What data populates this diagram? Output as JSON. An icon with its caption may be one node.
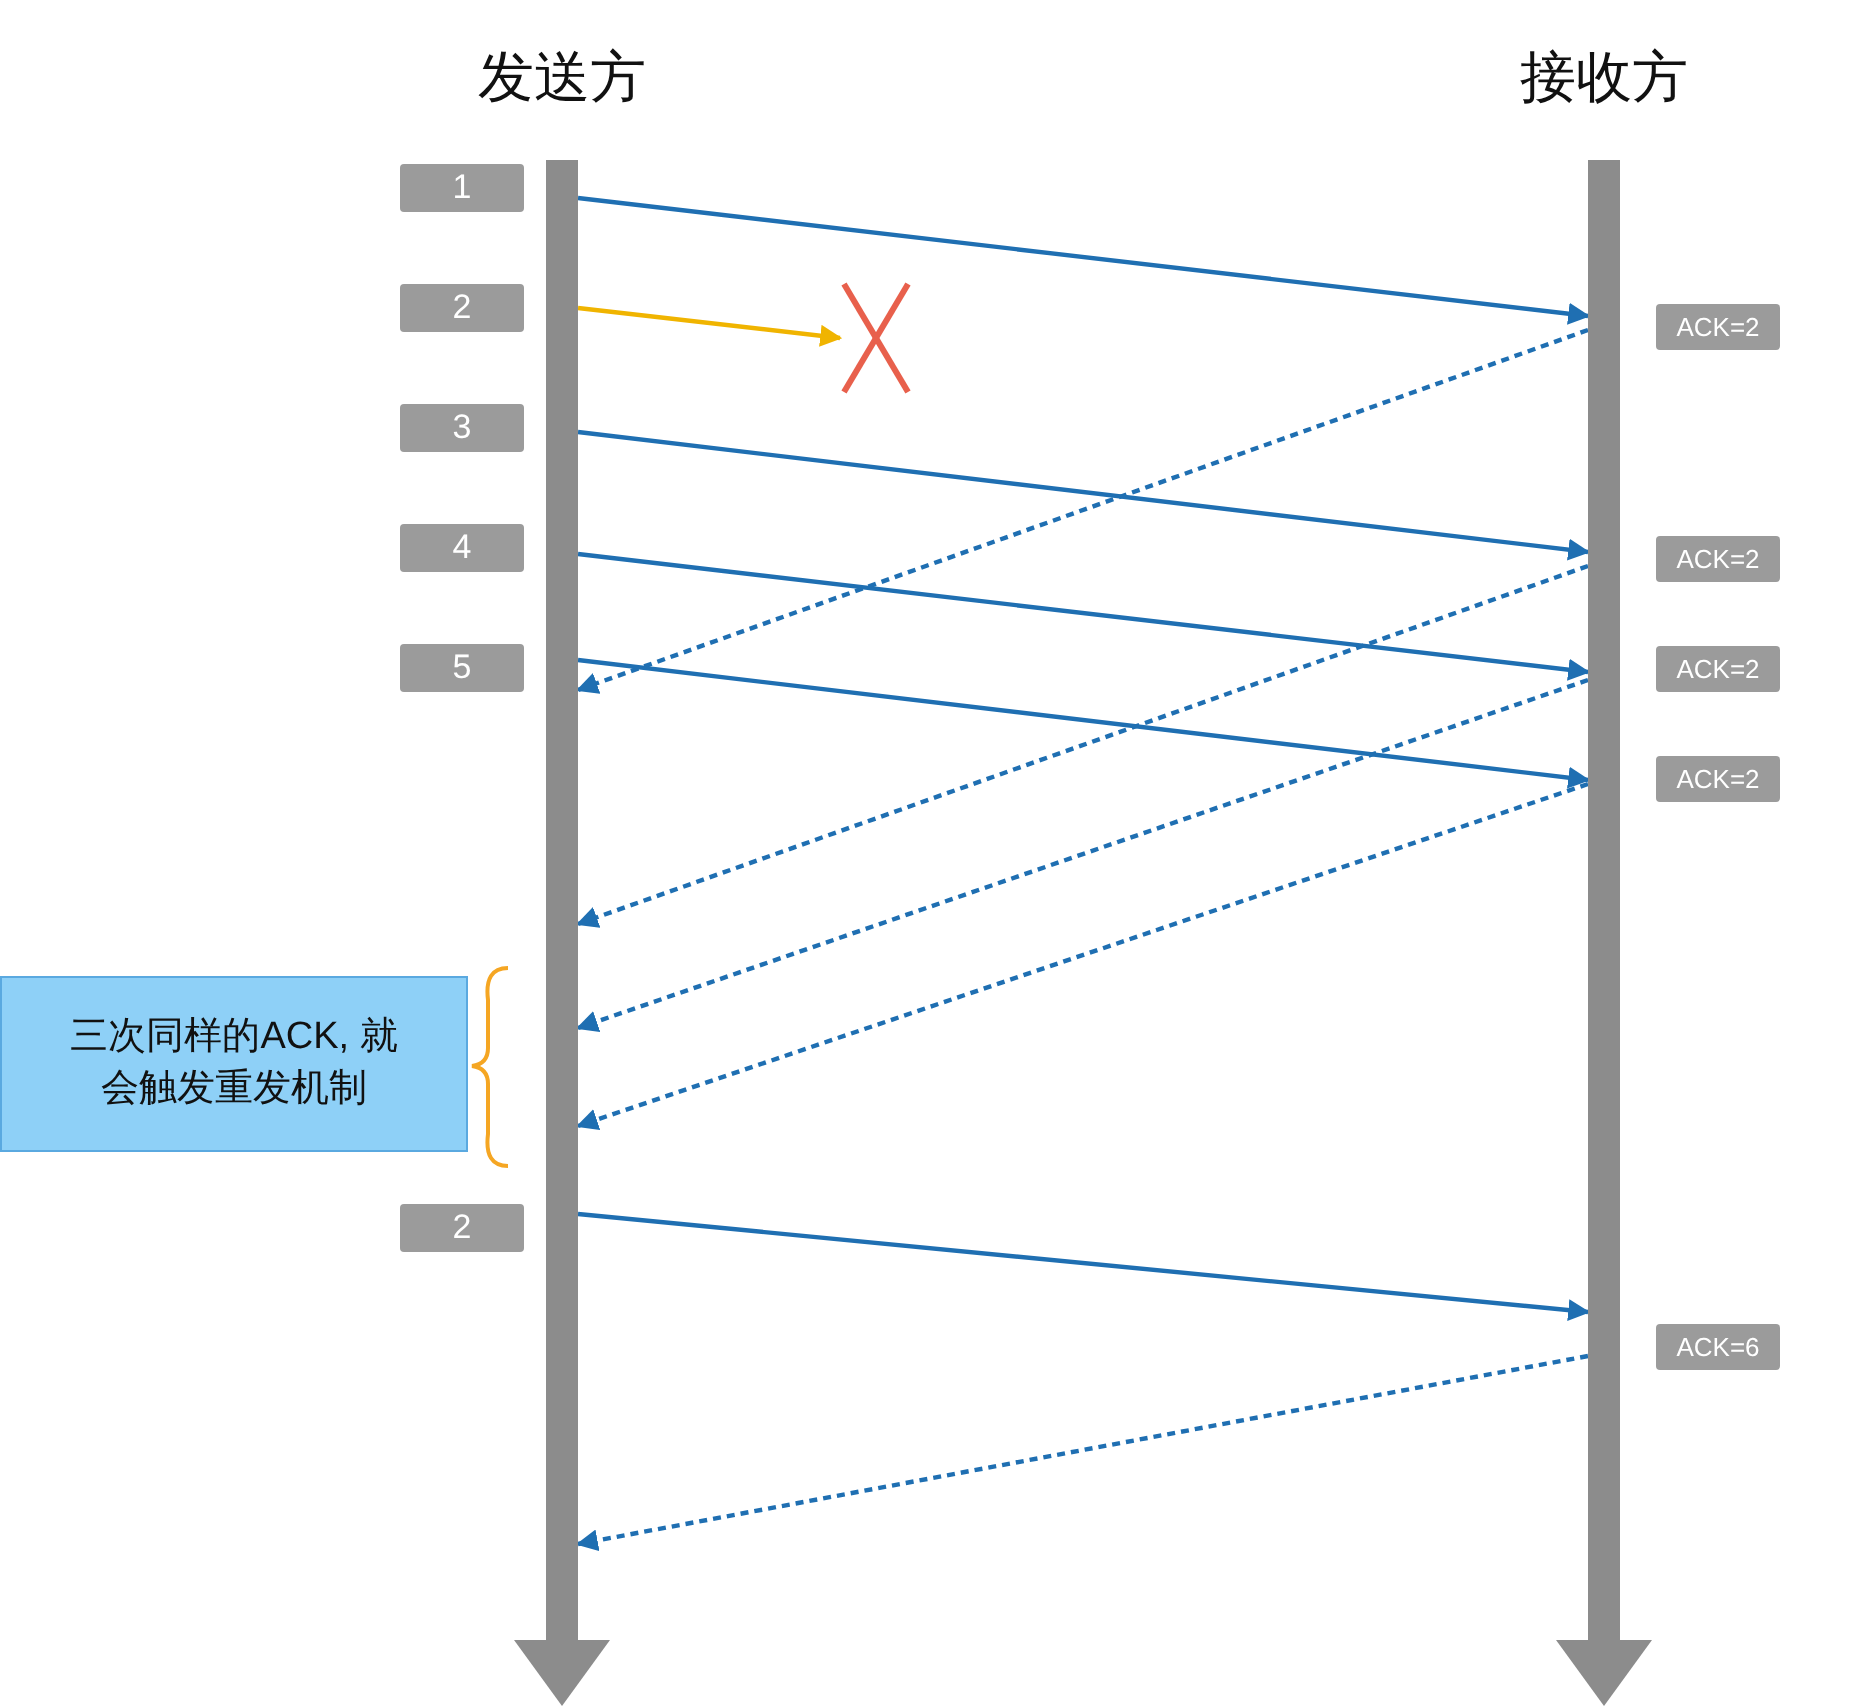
{
  "diagram": {
    "nodes": [
      {
        "text": [
          "发送方"
        ]
      },
      {
        "text": [
          "接收方"
        ]
      },
      {
        "text": [
          "1"
        ]
      },
      {
        "text": [
          "2"
        ]
      },
      {
        "text": [],
        "shape": "cross"
      },
      {
        "text": [
          "ACK=2"
        ]
      },
      {
        "text": [
          "3"
        ]
      },
      {
        "text": [
          "4"
        ]
      },
      {
        "text": [
          "ACK=2"
        ]
      },
      {
        "text": [
          "5"
        ]
      },
      {
        "text": [
          "ACK=2"
        ]
      },
      {
        "text": [
          "ACK=2"
        ]
      },
      {
        "text": [
          "三次同样的ACK, 就会触发重发机制"
        ]
      },
      {
        "text": [
          "2"
        ]
      },
      {
        "text": [
          "ACK=6"
        ]
      }
    ],
    "edges": [
      {
        "from": 0,
        "to": 1,
        "arrow": "to"
      },
      {
        "from": 0,
        "to": 4,
        "arrow": "to",
        "color": "#f0b400"
      },
      {
        "from": 1,
        "to": 0,
        "arrow": "to",
        "style": "dashed"
      },
      {
        "from": 0,
        "to": 1,
        "arrow": "to"
      },
      {
        "from": 1,
        "to": 0,
        "arrow": "to",
        "style": "dashed"
      },
      {
        "from": 0,
        "to": 1,
        "arrow": "to"
      },
      {
        "from": 1,
        "to": 0,
        "arrow": "to",
        "style": "dashed"
      },
      {
        "from": 0,
        "to": 1,
        "arrow": "to"
      },
      {
        "from": 1,
        "to": 0,
        "arrow": "to",
        "style": "dashed"
      },
      {
        "from": 0,
        "to": 1,
        "arrow": "to"
      },
      {
        "from": 1,
        "to": 0,
        "arrow": "to",
        "style": "dashed"
      }
    ]
  }
}
